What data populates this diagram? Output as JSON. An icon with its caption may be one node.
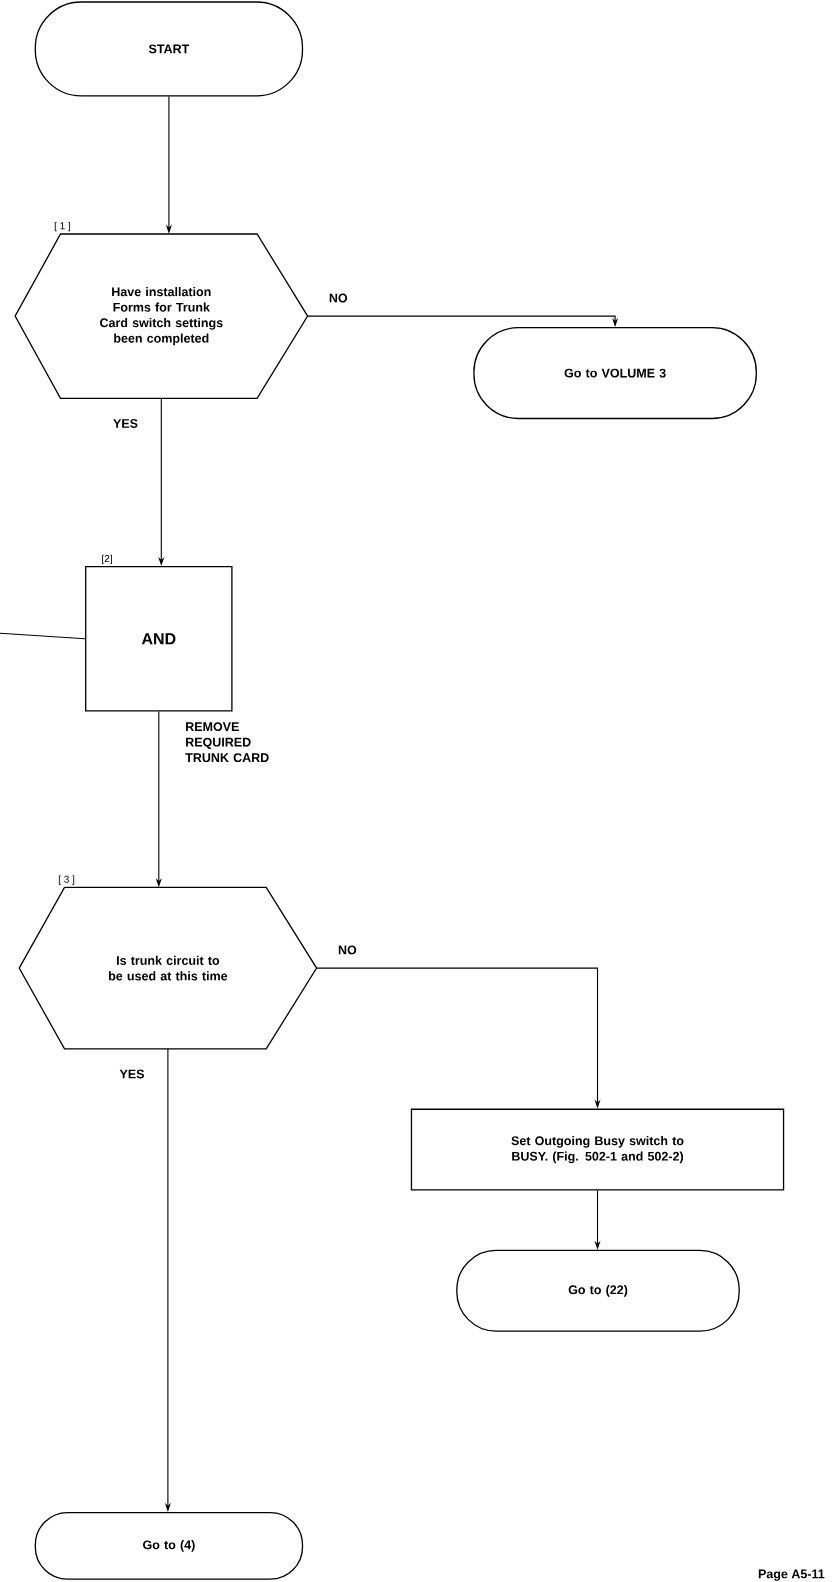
{
  "diagram": {
    "nodes": [
      {
        "text": [
          "START"
        ]
      },
      {
        "text": [
          "Have installation Forms for Trunk Card switch settings been completed"
        ],
        "beside": [
          "[ 1 ]"
        ]
      },
      {
        "text": [
          "Go to VOLUME 3"
        ]
      },
      {
        "text": [
          "AND"
        ],
        "beside": [
          "[2]"
        ]
      },
      {
        "text": [
          "Is trunk circuit to be used at this time"
        ],
        "beside": [
          "[ 3 ]"
        ]
      },
      {
        "text": [
          "Set Outgoing Busy switch to BUSY. (Fig. 502-1 and 502-2)"
        ]
      },
      {
        "text": [
          "Go to (22)"
        ]
      },
      {
        "text": [
          "Go to (4)"
        ]
      }
    ],
    "edges": [
      {
        "from": 0,
        "to": 1,
        "arrow": "to"
      },
      {
        "from": 1,
        "to": 2,
        "arrow": "to",
        "label": "NO"
      },
      {
        "from": 1,
        "to": 3,
        "arrow": "to",
        "label": "YES"
      },
      {
        "from": null,
        "to": 3,
        "arrow": "none"
      },
      {
        "from": 3,
        "to": 4,
        "arrow": "to",
        "label": "REMOVE REQUIRED TRUNK CARD"
      },
      {
        "from": 4,
        "to": 5,
        "arrow": "to",
        "label": "NO"
      },
      {
        "from": 4,
        "to": 7,
        "arrow": "to",
        "label": "YES"
      },
      {
        "from": 5,
        "to": 6,
        "arrow": "to"
      }
    ],
    "labels": [
      "Page A5-11"
    ]
  }
}
